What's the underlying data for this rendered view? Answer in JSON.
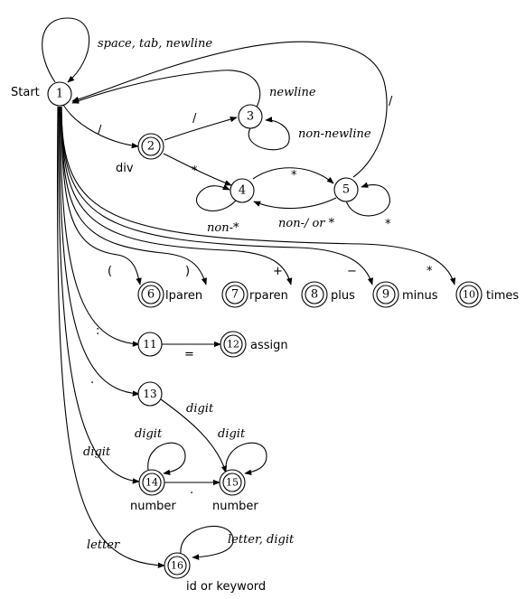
{
  "start_label": "Start",
  "states": [
    {
      "id": "1",
      "accepting": false
    },
    {
      "id": "2",
      "accepting": true,
      "label": "div"
    },
    {
      "id": "3",
      "accepting": false
    },
    {
      "id": "4",
      "accepting": false
    },
    {
      "id": "5",
      "accepting": false
    },
    {
      "id": "6",
      "accepting": true,
      "label": "lparen"
    },
    {
      "id": "7",
      "accepting": true,
      "label": "rparen"
    },
    {
      "id": "8",
      "accepting": true,
      "label": "plus"
    },
    {
      "id": "9",
      "accepting": true,
      "label": "minus"
    },
    {
      "id": "10",
      "accepting": true,
      "label": "times"
    },
    {
      "id": "11",
      "accepting": false
    },
    {
      "id": "12",
      "accepting": true,
      "label": "assign"
    },
    {
      "id": "13",
      "accepting": false
    },
    {
      "id": "14",
      "accepting": true,
      "label": "number"
    },
    {
      "id": "15",
      "accepting": true,
      "label": "number"
    },
    {
      "id": "16",
      "accepting": true,
      "label": "id or keyword"
    }
  ],
  "transitions": {
    "t1_1": "space, tab, newline",
    "t1_2": "/",
    "t2_3": "/",
    "t2_4": "*",
    "t3_1": "newline",
    "t3_3": "non-newline",
    "t4_5": "*",
    "t4_4": "non-*",
    "t5_4": "non-/ or *",
    "t5_5": "*",
    "t5_1": "/",
    "t1_6": "(",
    "t1_7": ")",
    "t1_8": "+",
    "t1_9": "−",
    "t1_10": "*",
    "t1_11": ":",
    "t11_12": "=",
    "t1_13": ".",
    "t13_15": "digit",
    "t1_14": "digit",
    "t14_14": "digit",
    "t14_15": ".",
    "t15_15": "digit",
    "t1_16": "letter",
    "t16_16": "letter, digit"
  }
}
